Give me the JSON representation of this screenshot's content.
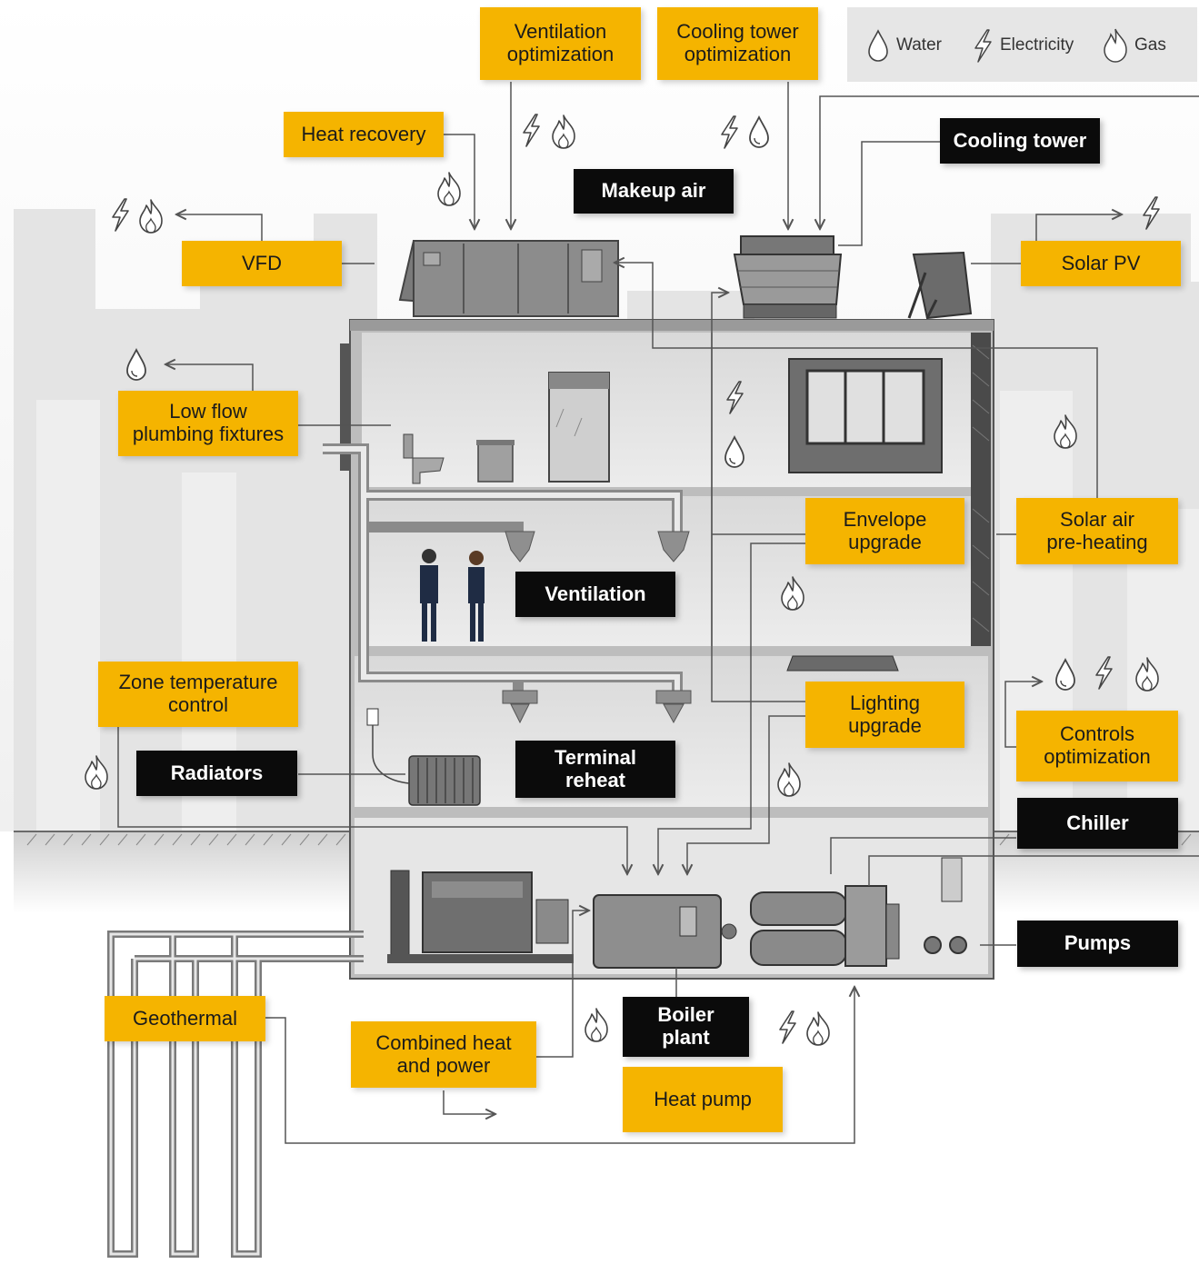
{
  "legend": {
    "water": "Water",
    "electricity": "Electricity",
    "gas": "Gas"
  },
  "labels": {
    "ventilation_optimization": "Ventilation\noptimization",
    "cooling_tower_optimization": "Cooling tower\noptimization",
    "heat_recovery": "Heat recovery",
    "vfd": "VFD",
    "low_flow_plumbing": "Low flow\nplumbing fixtures",
    "zone_temperature_control": "Zone temperature\ncontrol",
    "envelope_upgrade": "Envelope\nupgrade",
    "lighting_upgrade": "Lighting\nupgrade",
    "solar_pv": "Solar PV",
    "solar_air_preheating": "Solar air\npre-heating",
    "controls_optimization": "Controls\noptimization",
    "geothermal": "Geothermal",
    "combined_heat_and_power": "Combined heat\nand power",
    "heat_pump": "Heat pump",
    "cooling_tower": "Cooling tower",
    "makeup_air": "Makeup air",
    "ventilation": "Ventilation",
    "radiators": "Radiators",
    "terminal_reheat": "Terminal\nreheat",
    "chiller": "Chiller",
    "pumps": "Pumps",
    "boiler_plant": "Boiler\nplant"
  },
  "colors": {
    "accent_yellow": "#f5b400",
    "black_label": "#0b0b0b",
    "building_gray": "#c9c9c9",
    "line": "#555555"
  },
  "icons": [
    "water-drop-icon",
    "lightning-bolt-icon",
    "gas-flame-icon"
  ]
}
